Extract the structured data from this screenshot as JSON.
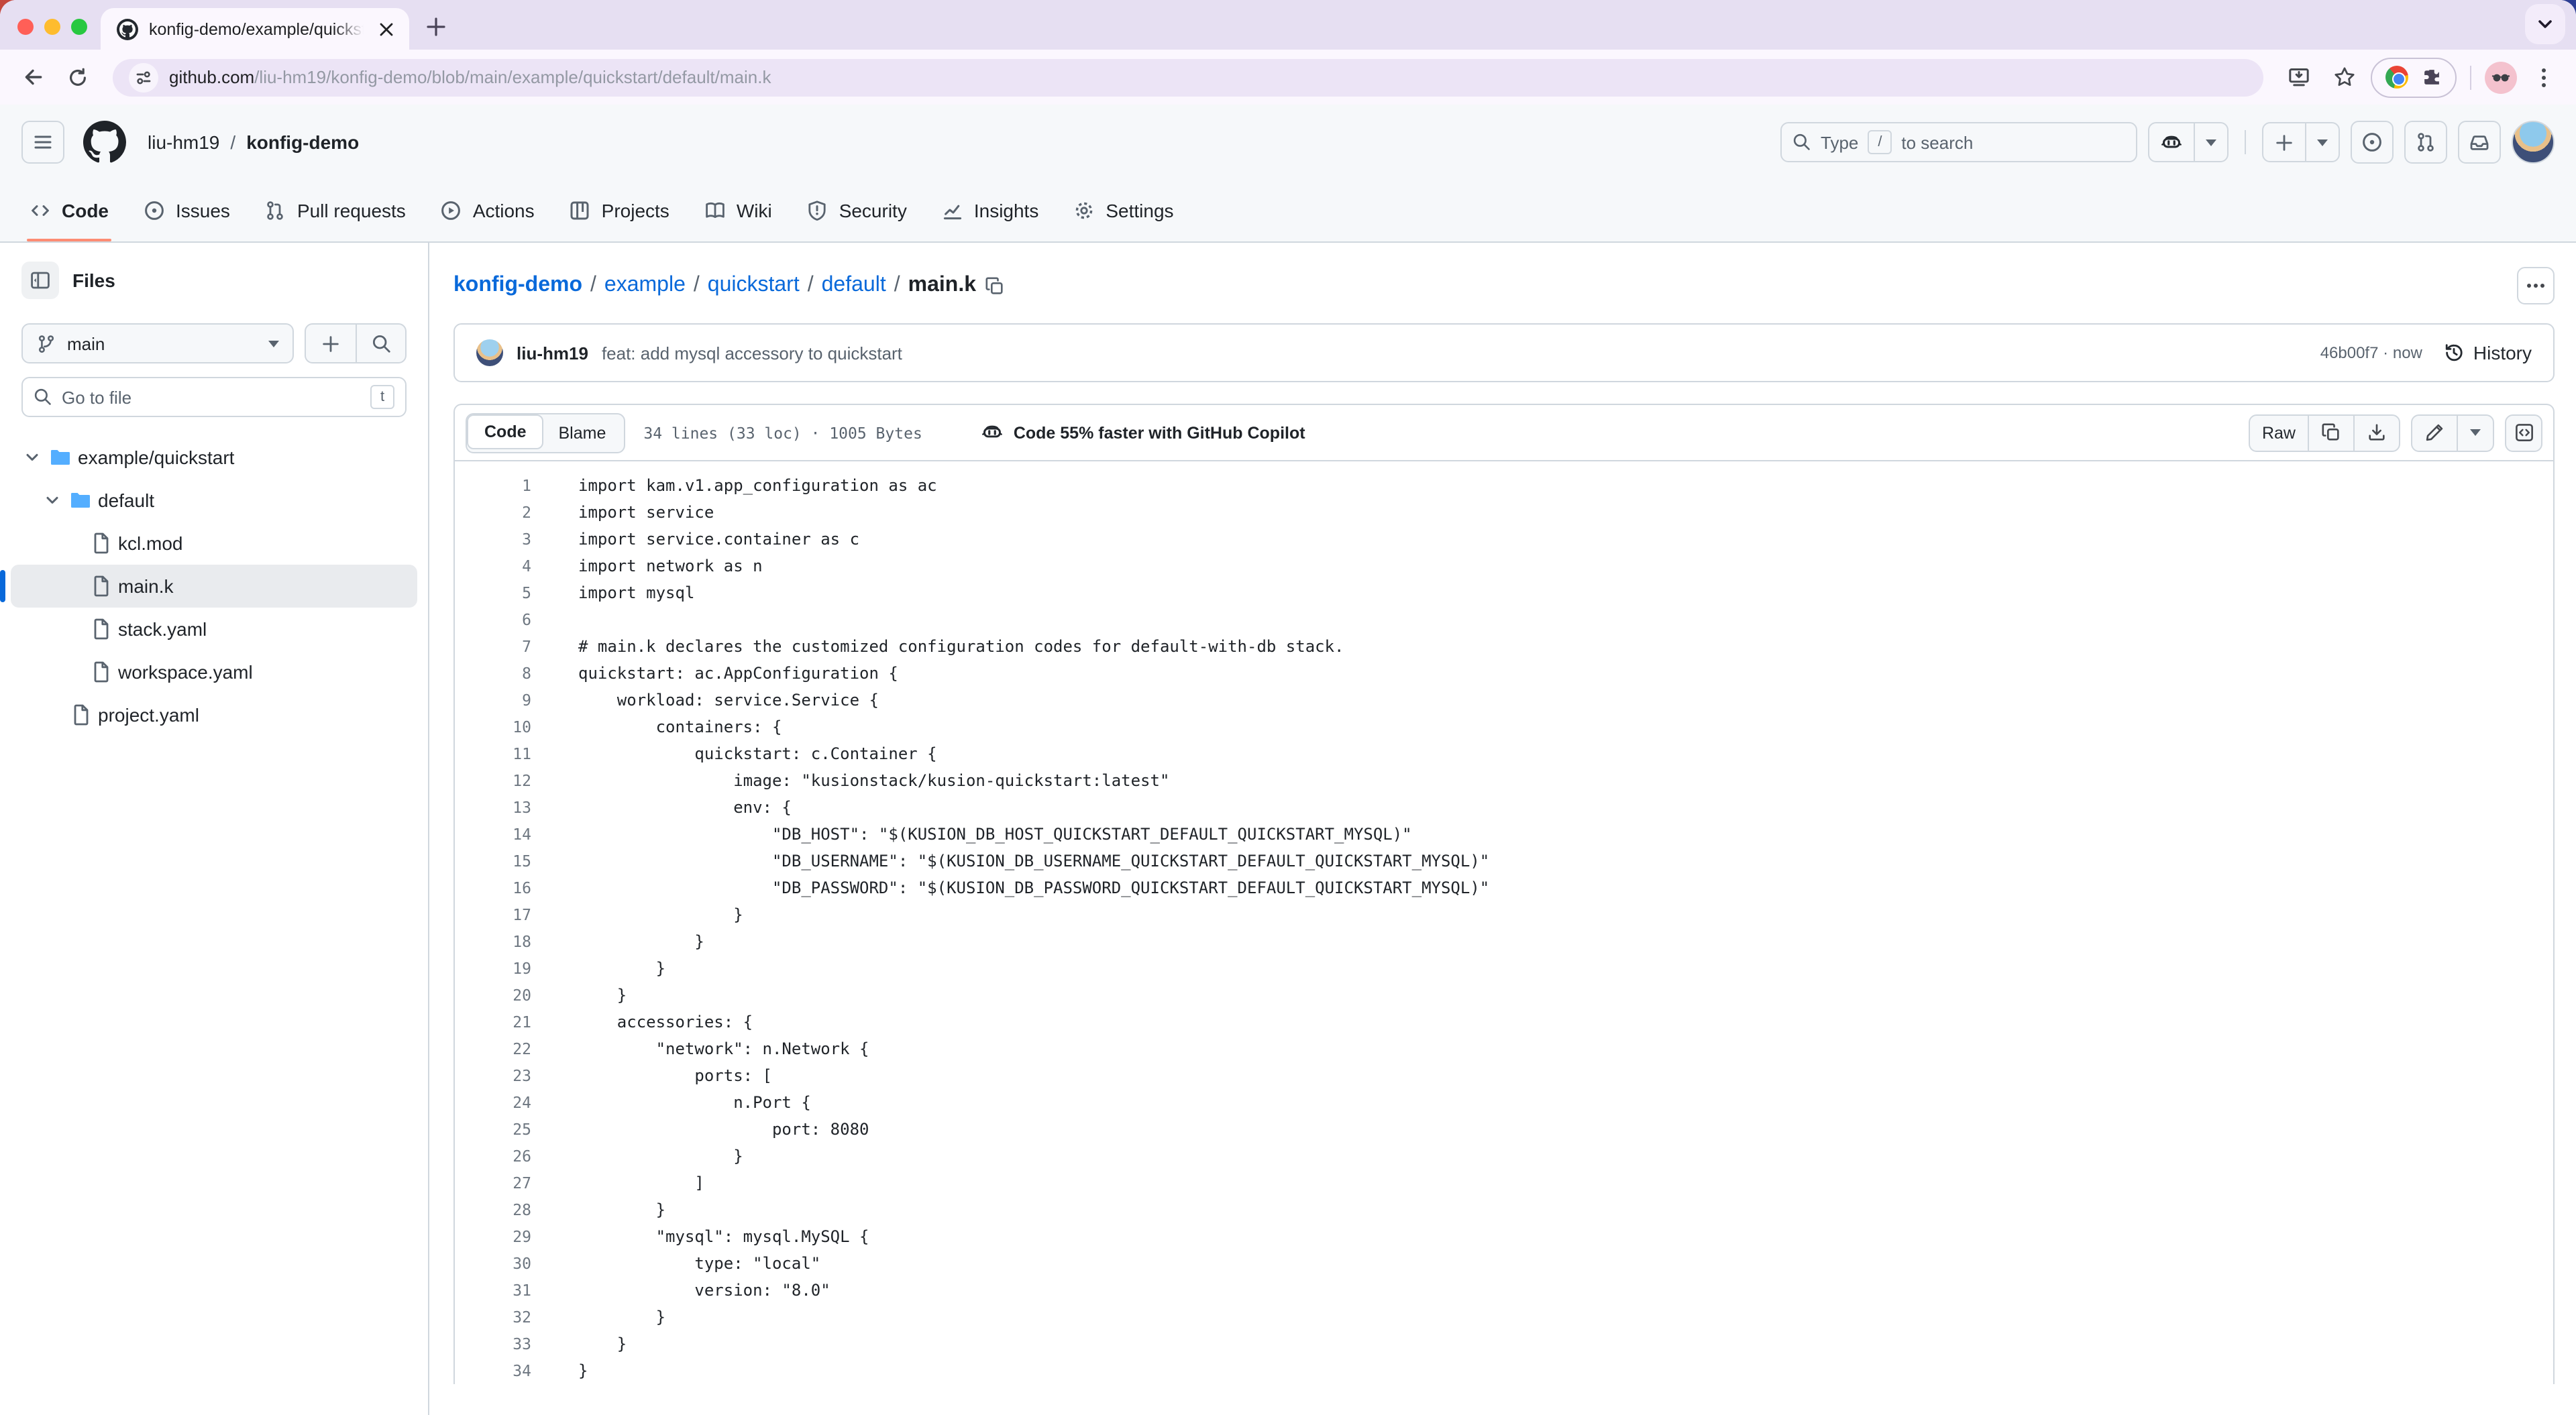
{
  "browser": {
    "tab_title": "konfig-demo/example/quickst",
    "url_domain": "github.com",
    "url_rest": "/liu-hm19/konfig-demo/blob/main/example/quickstart/default/main.k",
    "traffic_colors": {
      "close": "#ff5f57",
      "min": "#febc2e",
      "max": "#28c840"
    }
  },
  "header": {
    "owner": "liu-hm19",
    "sep": "/",
    "repo": "konfig-demo",
    "search_prefix": "Type",
    "slash_key": "/",
    "search_suffix": "to search"
  },
  "nav": {
    "tabs": [
      {
        "label": "Code",
        "icon": "code",
        "active": true
      },
      {
        "label": "Issues",
        "icon": "issue",
        "active": false
      },
      {
        "label": "Pull requests",
        "icon": "pr",
        "active": false
      },
      {
        "label": "Actions",
        "icon": "play",
        "active": false
      },
      {
        "label": "Projects",
        "icon": "project",
        "active": false
      },
      {
        "label": "Wiki",
        "icon": "book",
        "active": false
      },
      {
        "label": "Security",
        "icon": "shield",
        "active": false
      },
      {
        "label": "Insights",
        "icon": "graph",
        "active": false
      },
      {
        "label": "Settings",
        "icon": "gear",
        "active": false
      }
    ]
  },
  "sidebar": {
    "title": "Files",
    "branch": "main",
    "goto_placeholder": "Go to file",
    "goto_key": "t",
    "tree": [
      {
        "label": "example/quickstart",
        "type": "folder",
        "level": 0,
        "selected": false
      },
      {
        "label": "default",
        "type": "folder",
        "level": 1,
        "selected": false
      },
      {
        "label": "kcl.mod",
        "type": "file",
        "level": 2,
        "selected": false
      },
      {
        "label": "main.k",
        "type": "file",
        "level": 2,
        "selected": true
      },
      {
        "label": "stack.yaml",
        "type": "file",
        "level": 2,
        "selected": false
      },
      {
        "label": "workspace.yaml",
        "type": "file",
        "level": 2,
        "selected": false
      },
      {
        "label": "project.yaml",
        "type": "file",
        "level": 1,
        "selected": false
      }
    ]
  },
  "breadcrumb": {
    "repo": "konfig-demo",
    "sep": "/",
    "parts": [
      "example",
      "quickstart",
      "default"
    ],
    "file": "main.k"
  },
  "commit": {
    "author": "liu-hm19",
    "message": "feat: add mysql accessory to quickstart",
    "sha": "46b00f7",
    "dot": "·",
    "time": "now",
    "history_label": "History"
  },
  "file_view": {
    "tabs": [
      {
        "label": "Code",
        "active": true
      },
      {
        "label": "Blame",
        "active": false
      }
    ],
    "meta": "34 lines (33 loc) · 1005 Bytes",
    "copilot_note": "Code 55% faster with GitHub Copilot",
    "raw_label": "Raw",
    "lines": [
      "import kam.v1.app_configuration as ac",
      "import service",
      "import service.container as c",
      "import network as n",
      "import mysql",
      "",
      "# main.k declares the customized configuration codes for default-with-db stack.",
      "quickstart: ac.AppConfiguration {",
      "    workload: service.Service {",
      "        containers: {",
      "            quickstart: c.Container {",
      "                image: \"kusionstack/kusion-quickstart:latest\"",
      "                env: {",
      "                    \"DB_HOST\": \"$(KUSION_DB_HOST_QUICKSTART_DEFAULT_QUICKSTART_MYSQL)\"",
      "                    \"DB_USERNAME\": \"$(KUSION_DB_USERNAME_QUICKSTART_DEFAULT_QUICKSTART_MYSQL)\"",
      "                    \"DB_PASSWORD\": \"$(KUSION_DB_PASSWORD_QUICKSTART_DEFAULT_QUICKSTART_MYSQL)\"",
      "                }",
      "            }",
      "        }",
      "    }",
      "    accessories: {",
      "        \"network\": n.Network {",
      "            ports: [",
      "                n.Port {",
      "                    port: 8080",
      "                }",
      "            ]",
      "        }",
      "        \"mysql\": mysql.MySQL {",
      "            type: \"local\"",
      "            version: \"8.0\"",
      "        }",
      "    }",
      "}"
    ]
  },
  "colors": {
    "accent_underline": "#fd8c73",
    "link_blue": "#0969da",
    "folder_blue": "#54aeff",
    "selected_bar": "#0969da",
    "border": "#d0d7de",
    "muted_bg": "#f6f8fa"
  }
}
